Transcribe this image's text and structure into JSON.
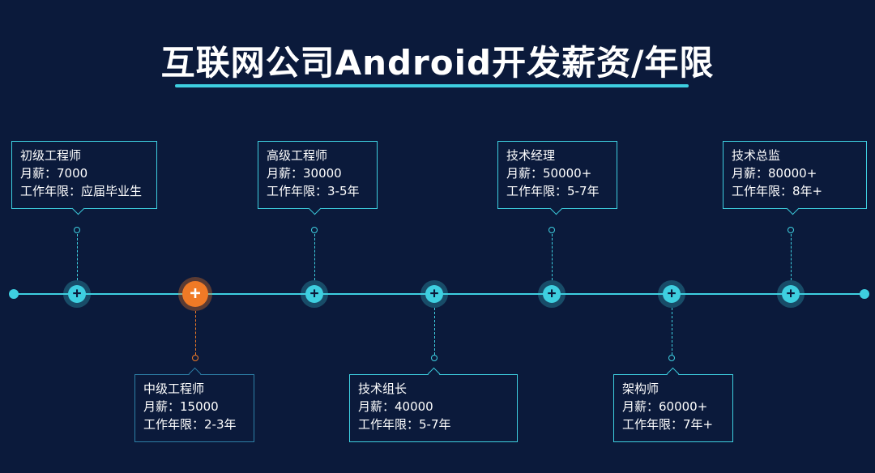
{
  "title": "互联网公司Android开发薪资/年限",
  "roles": [
    {
      "title": "初级工程师",
      "salary": "月薪：7000",
      "years": "工作年限：应届毕业生"
    },
    {
      "title": "中级工程师",
      "salary": "月薪：15000",
      "years": "工作年限：2-3年"
    },
    {
      "title": "高级工程师",
      "salary": "月薪：30000",
      "years": "工作年限：3-5年"
    },
    {
      "title": "技术组长",
      "salary": "月薪：40000",
      "years": "工作年限：5-7年"
    },
    {
      "title": "技术经理",
      "salary": "月薪：50000+",
      "years": "工作年限：5-7年"
    },
    {
      "title": "架构师",
      "salary": "月薪：60000+",
      "years": "工作年限：7年+"
    },
    {
      "title": "技术总监",
      "salary": "月薪：80000+",
      "years": "工作年限：8年+"
    }
  ],
  "node_glyph": "+",
  "colors": {
    "background": "#0b1a3b",
    "accent": "#3ecfe0",
    "highlight": "#f07a26"
  }
}
